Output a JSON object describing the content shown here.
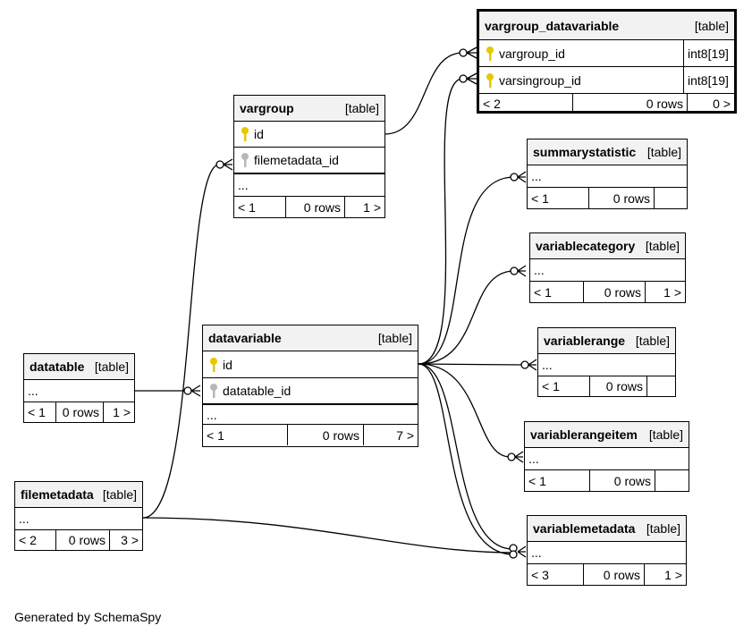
{
  "footer": "Generated by SchemaSpy",
  "tables": {
    "vargroup_datavariable": {
      "name": "vargroup_datavariable",
      "type": "[table]",
      "columns": [
        {
          "name": "vargroup_id",
          "type": "int8[19]",
          "key": "pk"
        },
        {
          "name": "varsingroup_id",
          "type": "int8[19]",
          "key": "pk"
        }
      ],
      "footer": [
        "< 2",
        "0 rows",
        "0 >"
      ]
    },
    "vargroup": {
      "name": "vargroup",
      "type": "[table]",
      "columns": [
        {
          "name": "id",
          "key": "pk"
        },
        {
          "name": "filemetadata_id",
          "key": "fk"
        }
      ],
      "ellipsis": "...",
      "footer": [
        "< 1",
        "0 rows",
        "1 >"
      ]
    },
    "summarystatistic": {
      "name": "summarystatistic",
      "type": "[table]",
      "ellipsis": "...",
      "footer": [
        "< 1",
        "0 rows",
        ""
      ]
    },
    "variablecategory": {
      "name": "variablecategory",
      "type": "[table]",
      "ellipsis": "...",
      "footer": [
        "< 1",
        "0 rows",
        "1 >"
      ]
    },
    "variablerange": {
      "name": "variablerange",
      "type": "[table]",
      "ellipsis": "...",
      "footer": [
        "< 1",
        "0 rows",
        ""
      ]
    },
    "variablerangeitem": {
      "name": "variablerangeitem",
      "type": "[table]",
      "ellipsis": "...",
      "footer": [
        "< 1",
        "0 rows",
        ""
      ]
    },
    "variablemetadata": {
      "name": "variablemetadata",
      "type": "[table]",
      "ellipsis": "...",
      "footer": [
        "< 3",
        "0 rows",
        "1 >"
      ]
    },
    "datavariable": {
      "name": "datavariable",
      "type": "[table]",
      "columns": [
        {
          "name": "id",
          "key": "pk"
        },
        {
          "name": "datatable_id",
          "key": "fk"
        }
      ],
      "ellipsis": "...",
      "footer": [
        "< 1",
        "0 rows",
        "7 >"
      ]
    },
    "datatable": {
      "name": "datatable",
      "type": "[table]",
      "ellipsis": "...",
      "footer": [
        "< 1",
        "0 rows",
        "1 >"
      ]
    },
    "filemetadata": {
      "name": "filemetadata",
      "type": "[table]",
      "ellipsis": "...",
      "footer": [
        "< 2",
        "0 rows",
        "3 >"
      ]
    }
  }
}
